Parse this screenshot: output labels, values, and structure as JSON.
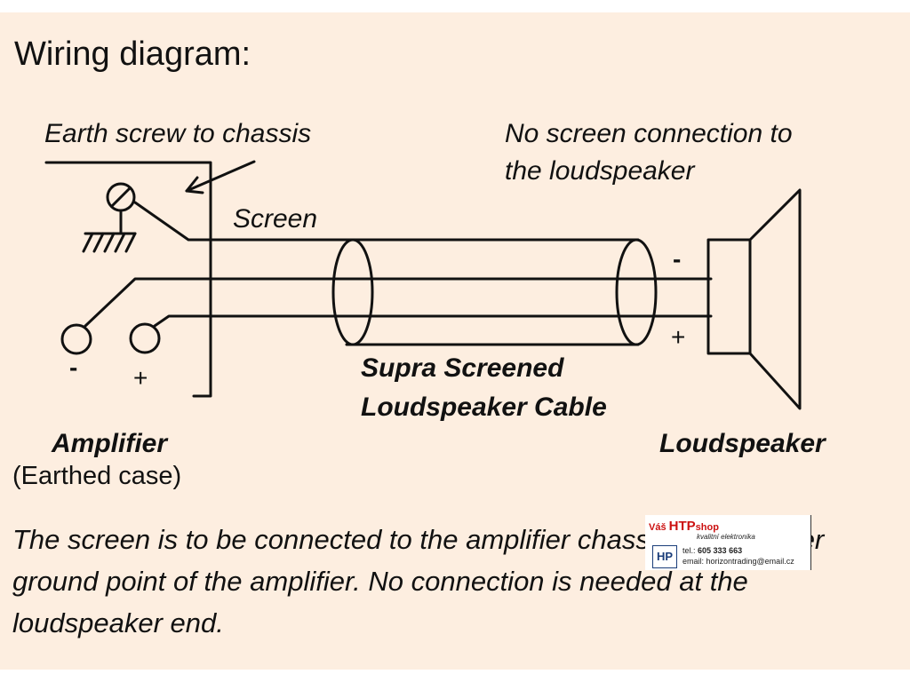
{
  "title": "Wiring diagram:",
  "labels": {
    "earth_screw": "Earth screw to chassis",
    "no_screen_line1": "No screen connection to",
    "no_screen_line2": "the loudspeaker",
    "screen": "Screen",
    "cable_line1": "Supra Screened",
    "cable_line2": "Loudspeaker Cable",
    "amplifier": "Amplifier",
    "earthed_case": "(Earthed case)",
    "loudspeaker": "Loudspeaker",
    "amp_minus": "-",
    "amp_plus": "+",
    "ls_minus": "-",
    "ls_plus": "+"
  },
  "note": "The screen is to be connected to the amplifier chassis or any other ground point of the amplifier. No connection is needed at the loudspeaker end.",
  "logo": {
    "brand_prefix": "Váš",
    "brand_main": "HTP",
    "brand_suffix": "shop",
    "tagline": "kvalitní elektronika",
    "mark": "HP",
    "tel_label": "tel.:",
    "phone": "605 333 663",
    "email": "email: horizontrading@email.cz"
  },
  "colors": {
    "background": "#fdeee0",
    "ink": "#111111",
    "brand_red": "#cc1111"
  }
}
